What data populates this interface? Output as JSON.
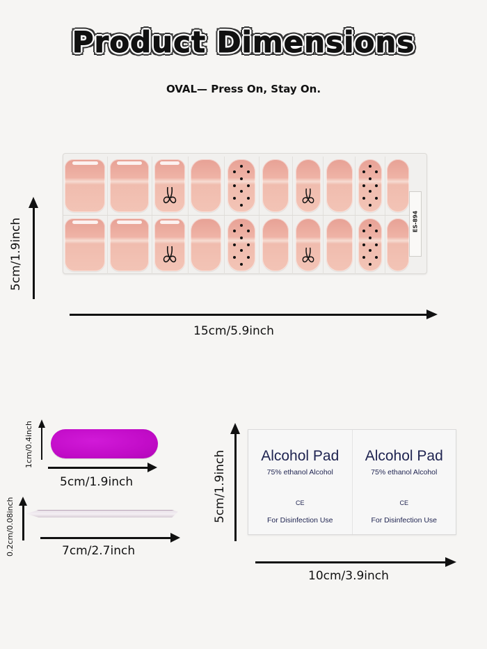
{
  "header": {
    "title": "Product Dimensions",
    "subtitle": "OVAL— Press On, Stay On."
  },
  "nail_sheet": {
    "product_code": "ES-894",
    "height_label": "5cm/1.9inch",
    "width_label": "15cm/5.9inch",
    "rows": [
      [
        "plain",
        "plain",
        "bow",
        "plain",
        "dots",
        "plain",
        "bow",
        "plain",
        "dots",
        "plain"
      ],
      [
        "plain",
        "plain",
        "bow",
        "plain",
        "dots",
        "plain",
        "bow",
        "plain",
        "dots",
        "plain"
      ]
    ],
    "colors": {
      "nail_base": "#efb3a6",
      "nail_top": "#e7a195",
      "accent_black": "#111111"
    }
  },
  "nail_file": {
    "height_label": "1cm/0.4inch",
    "width_label": "5cm/1.9inch",
    "color": "#c20cc8"
  },
  "cuticle_stick": {
    "height_label": "0.2cm/0.08inch",
    "width_label": "7cm/2.7inch"
  },
  "alcohol_pads": {
    "height_label": "5cm/1.9inch",
    "width_label": "10cm/3.9inch",
    "pads": [
      {
        "title": "Alcohol Pad",
        "subtitle": "75% ethanol Alcohol",
        "mark": "CE",
        "usage": "For Disinfection Use"
      },
      {
        "title": "Alcohol Pad",
        "subtitle": "75% ethanol Alcohol",
        "mark": "CE",
        "usage": "For Disinfection Use"
      }
    ],
    "text_color": "#1e2350"
  }
}
